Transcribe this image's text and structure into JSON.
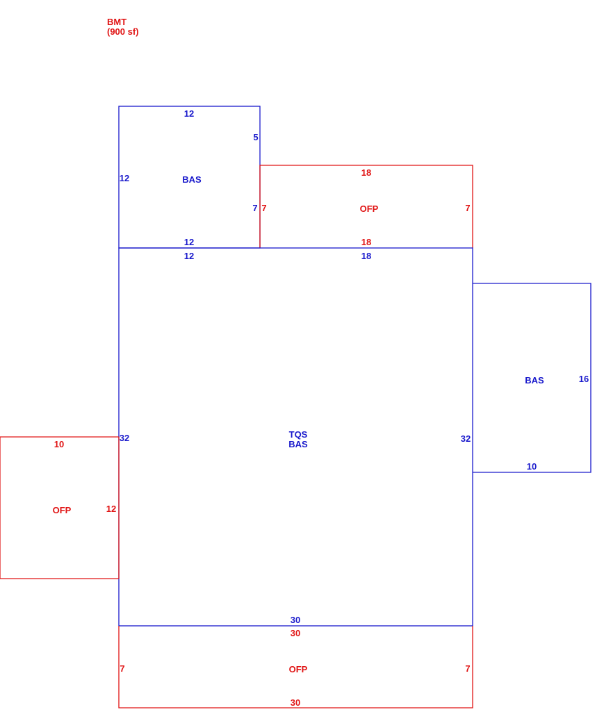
{
  "header": {
    "code": "BMT",
    "area": "(900 sf)"
  },
  "colors": {
    "living": "#1a1acc",
    "porch": "#e01414"
  },
  "areas": {
    "bas_top": {
      "label": "BAS",
      "dims": {
        "top": "12",
        "right_upper": "5",
        "left": "12",
        "right_lower": "7",
        "bottom": "12"
      }
    },
    "ofp_top": {
      "label": "OFP",
      "dims": {
        "top": "18",
        "left": "7",
        "right": "7",
        "bottom": "18"
      }
    },
    "main": {
      "label_line1": "TQS",
      "label_line2": "BAS",
      "dims": {
        "top_left": "12",
        "top_right": "18",
        "left": "32",
        "right": "32",
        "bottom": "30"
      }
    },
    "bas_right": {
      "label": "BAS",
      "dims": {
        "right": "16",
        "bottom": "10"
      }
    },
    "ofp_left": {
      "label": "OFP",
      "dims": {
        "top": "10",
        "right": "12"
      }
    },
    "ofp_bottom": {
      "label": "OFP",
      "dims": {
        "top": "30",
        "left": "7",
        "right": "7",
        "bottom": "30"
      }
    }
  }
}
